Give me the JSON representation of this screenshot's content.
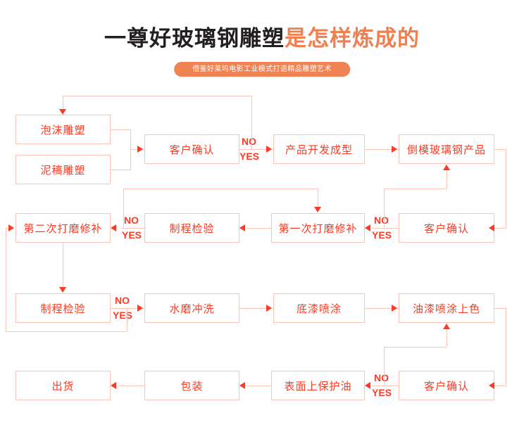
{
  "header": {
    "title_dark": "一尊好玻璃钢雕塑",
    "title_accent": "是怎样炼成的",
    "subtitle": "借鉴好莱坞电影工业模式打造精品雕塑艺术",
    "accent_color": "#ef8354",
    "title_dark_color": "#231f20"
  },
  "flow": {
    "node_color": "#fc3b24",
    "node_border_color": "#fbc4b4",
    "decision_labels": {
      "no": "NO",
      "yes": "YES"
    },
    "nodes": [
      {
        "id": "foam-sculpture",
        "label": "泡沫雕塑"
      },
      {
        "id": "clay-sculpture",
        "label": "泥稿雕塑"
      },
      {
        "id": "customer-confirm-1",
        "label": "客户确认"
      },
      {
        "id": "product-development",
        "label": "产品开发成型"
      },
      {
        "id": "frp-mold-product",
        "label": "倒模玻璃钢产品"
      },
      {
        "id": "second-sanding-repair",
        "label": "第二次打磨修补"
      },
      {
        "id": "process-inspection-1",
        "label": "制程检验"
      },
      {
        "id": "first-sanding-repair",
        "label": "第一次打磨修补"
      },
      {
        "id": "customer-confirm-2",
        "label": "客户确认"
      },
      {
        "id": "process-inspection-2",
        "label": "制程检验"
      },
      {
        "id": "water-grinding-rinse",
        "label": "水磨冲洗"
      },
      {
        "id": "primer-spraying",
        "label": "底漆喷涂"
      },
      {
        "id": "paint-spraying-color",
        "label": "油漆喷涂上色"
      },
      {
        "id": "shipping",
        "label": "出货"
      },
      {
        "id": "packaging",
        "label": "包装"
      },
      {
        "id": "surface-protect-oil",
        "label": "表面上保护油"
      },
      {
        "id": "customer-confirm-3",
        "label": "客户确认"
      }
    ],
    "decisions": [
      {
        "id": "decision-customer-confirm-1",
        "no": "NO",
        "yes": "YES"
      },
      {
        "id": "decision-process-inspection-1",
        "no": "NO",
        "yes": "YES"
      },
      {
        "id": "decision-customer-confirm-2",
        "no": "NO",
        "yes": "YES"
      },
      {
        "id": "decision-process-inspection-2",
        "no": "NO",
        "yes": "YES"
      },
      {
        "id": "decision-customer-confirm-3",
        "no": "NO",
        "yes": "YES"
      }
    ]
  }
}
